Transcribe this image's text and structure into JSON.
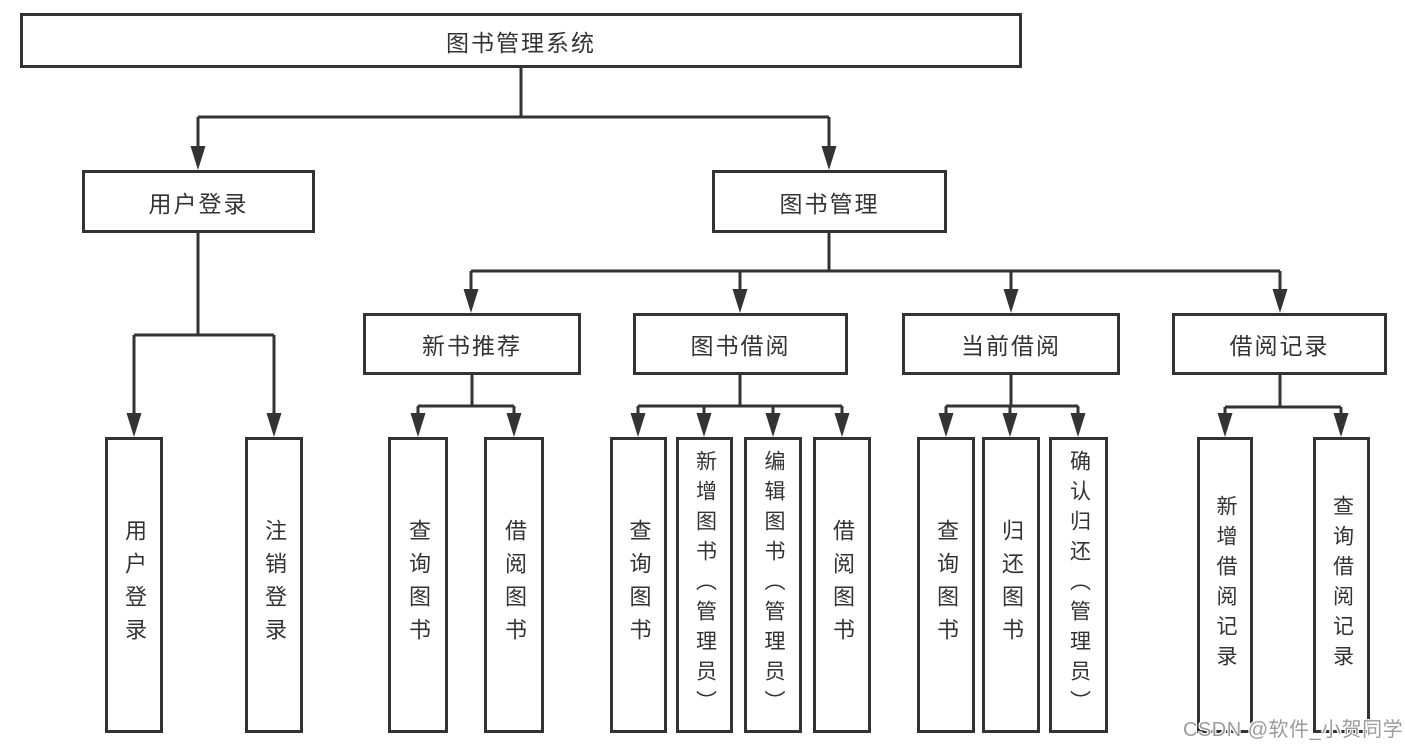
{
  "tree": {
    "root": "图书管理系统",
    "level1": [
      {
        "label": "用户登录",
        "children": [
          "用户登录",
          "注销登录"
        ]
      },
      {
        "label": "图书管理"
      }
    ],
    "level2": [
      {
        "label": "新书推荐",
        "children": [
          "查询图书",
          "借阅图书"
        ]
      },
      {
        "label": "图书借阅",
        "children": [
          "查询图书",
          "新增图书（管理员）",
          "编辑图书（管理员）",
          "借阅图书"
        ]
      },
      {
        "label": "当前借阅",
        "children": [
          "查询图书",
          "归还图书",
          "确认归还（管理员）"
        ]
      },
      {
        "label": "借阅记录",
        "children": [
          "新增借阅记录",
          "查询借阅记录"
        ]
      }
    ]
  },
  "watermark": "CSDN @软件_小贺同学",
  "colors": {
    "line": "#333333",
    "text": "#333333",
    "background": "#ffffff",
    "watermark": "#9b9b9b"
  }
}
